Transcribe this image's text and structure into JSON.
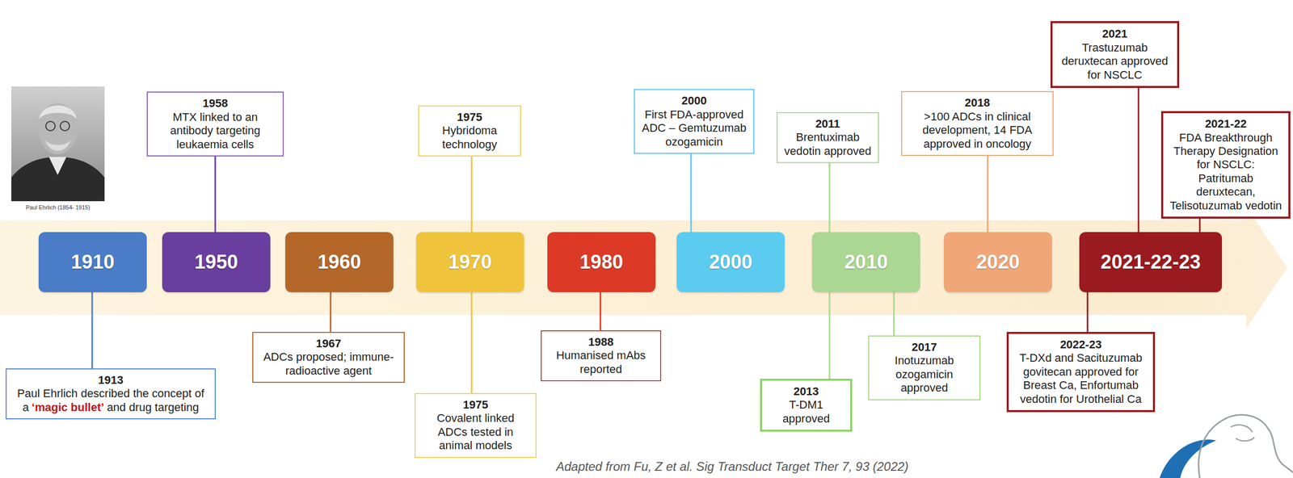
{
  "diagram": {
    "nodes": [
      {
        "text": [
          "1910"
        ]
      },
      {
        "text": [
          "1913",
          "Paul Ehrlich described the concept of a",
          "‘magic bullet’",
          "and drug targeting"
        ]
      },
      {
        "text": [
          "1950"
        ]
      },
      {
        "text": [
          "1958",
          "MTX linked to an antibody targeting leukaemia cells"
        ]
      },
      {
        "text": [
          "1960"
        ]
      },
      {
        "text": [
          "1967",
          "ADCs proposed; immune-radioactive agent"
        ]
      },
      {
        "text": [
          "1970"
        ]
      },
      {
        "text": [
          "1975",
          "Hybridoma technology"
        ]
      },
      {
        "text": [
          "1975",
          "Covalent linked ADCs tested in animal models"
        ]
      },
      {
        "text": [
          "1980"
        ]
      },
      {
        "text": [
          "1988",
          "Humanised mAbs reported"
        ]
      },
      {
        "text": [
          "2000"
        ]
      },
      {
        "text": [
          "2000",
          "First FDA-approved ADC – Gemtuzumab ozogamicin"
        ]
      },
      {
        "text": [
          "2010"
        ]
      },
      {
        "text": [
          "2011",
          "Brentuximab vedotin approved"
        ]
      },
      {
        "text": [
          "2013",
          "T-DM1 approved"
        ]
      },
      {
        "text": [
          "2017",
          "Inotuzumab ozogamicin approved"
        ]
      },
      {
        "text": [
          "2020"
        ]
      },
      {
        "text": [
          "2018",
          ">100 ADCs in clinical development, 14 FDA approved in oncology"
        ]
      },
      {
        "text": [
          "2021-22-23"
        ]
      },
      {
        "text": [
          "2021",
          "Trastuzumab deruxtecan approved for NSCLC"
        ]
      },
      {
        "text": [
          "2021-22",
          "FDA Breakthrough Therapy Designation for NSCLC: Patritumab deruxtecan, Telisotuzumab vedotin"
        ]
      },
      {
        "text": [
          "2022-23",
          "T-DXd and Sacituzumab govitecan approved for Breast Ca, Enfortumab vedotin for Urothelial Ca"
        ]
      }
    ],
    "edges": [
      {
        "from": 0,
        "to": 1,
        "arrow": "none"
      },
      {
        "from": 2,
        "to": 3,
        "arrow": "none"
      },
      {
        "from": 4,
        "to": 5,
        "arrow": "none"
      },
      {
        "from": 6,
        "to": 7,
        "arrow": "none"
      },
      {
        "from": 6,
        "to": 8,
        "arrow": "none"
      },
      {
        "from": 9,
        "to": 10,
        "arrow": "none"
      },
      {
        "from": 11,
        "to": 12,
        "arrow": "none"
      },
      {
        "from": 13,
        "to": 14,
        "arrow": "none"
      },
      {
        "from": 13,
        "to": 15,
        "arrow": "none"
      },
      {
        "from": 13,
        "to": 16,
        "arrow": "none"
      },
      {
        "from": 17,
        "to": 18,
        "arrow": "none"
      },
      {
        "from": 19,
        "to": 20,
        "arrow": "none"
      },
      {
        "from": 19,
        "to": 21,
        "arrow": "none"
      },
      {
        "from": 19,
        "to": 22,
        "arrow": "none"
      }
    ],
    "labels": [
      "Paul Ehrlich (1854- 1915)",
      "Adapted from Fu, Z et al. Sig Transduct Target Ther 7, 93 (2022)"
    ]
  }
}
